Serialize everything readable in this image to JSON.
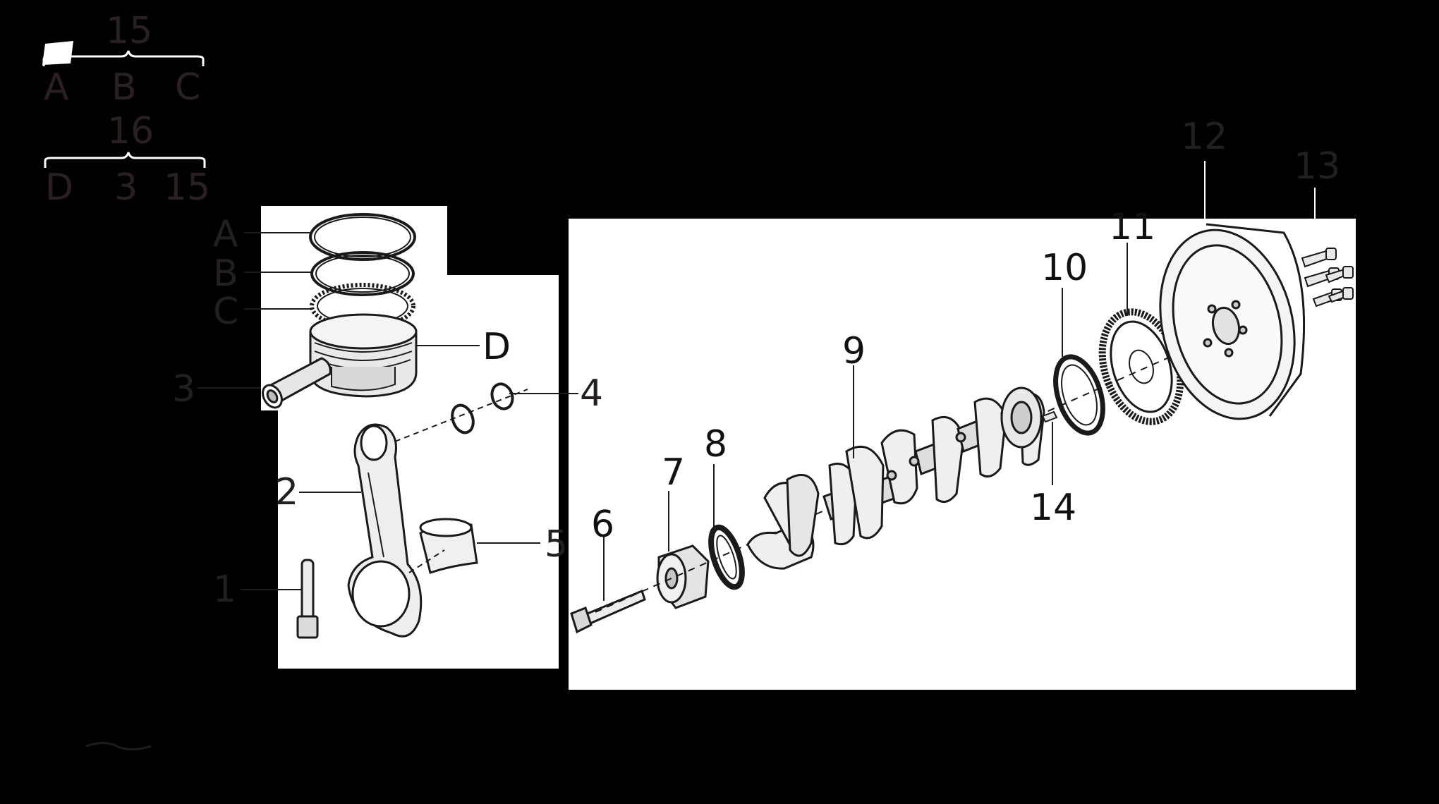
{
  "colors": {
    "background": "#000000",
    "panel": "#ffffff",
    "label_text": "#231f20",
    "part_stroke": "#1a1a1a",
    "part_fill": "#f2f2f2"
  },
  "kit_tree": {
    "kit_15": {
      "title": "15",
      "members": [
        "A",
        "B",
        "C"
      ]
    },
    "kit_16": {
      "title": "16",
      "members": [
        "D",
        "3",
        "15"
      ]
    }
  },
  "callouts": {
    "ring_a": "A",
    "ring_b": "B",
    "ring_c": "C",
    "piston": "D",
    "piston_pin": "3",
    "circlip": "4",
    "connecting_rod": "2",
    "bearing_shell": "5",
    "rod_bolt": "1",
    "pulley_bolt": "6",
    "pulley_hub": "7",
    "front_oil_seal": "8",
    "crankshaft": "9",
    "rear_oil_seal": "10",
    "reluctor_ring": "11",
    "flywheel": "12",
    "flywheel_bolts": "13",
    "dowel_pin": "14"
  },
  "icons": [
    "note-flag-icon"
  ]
}
